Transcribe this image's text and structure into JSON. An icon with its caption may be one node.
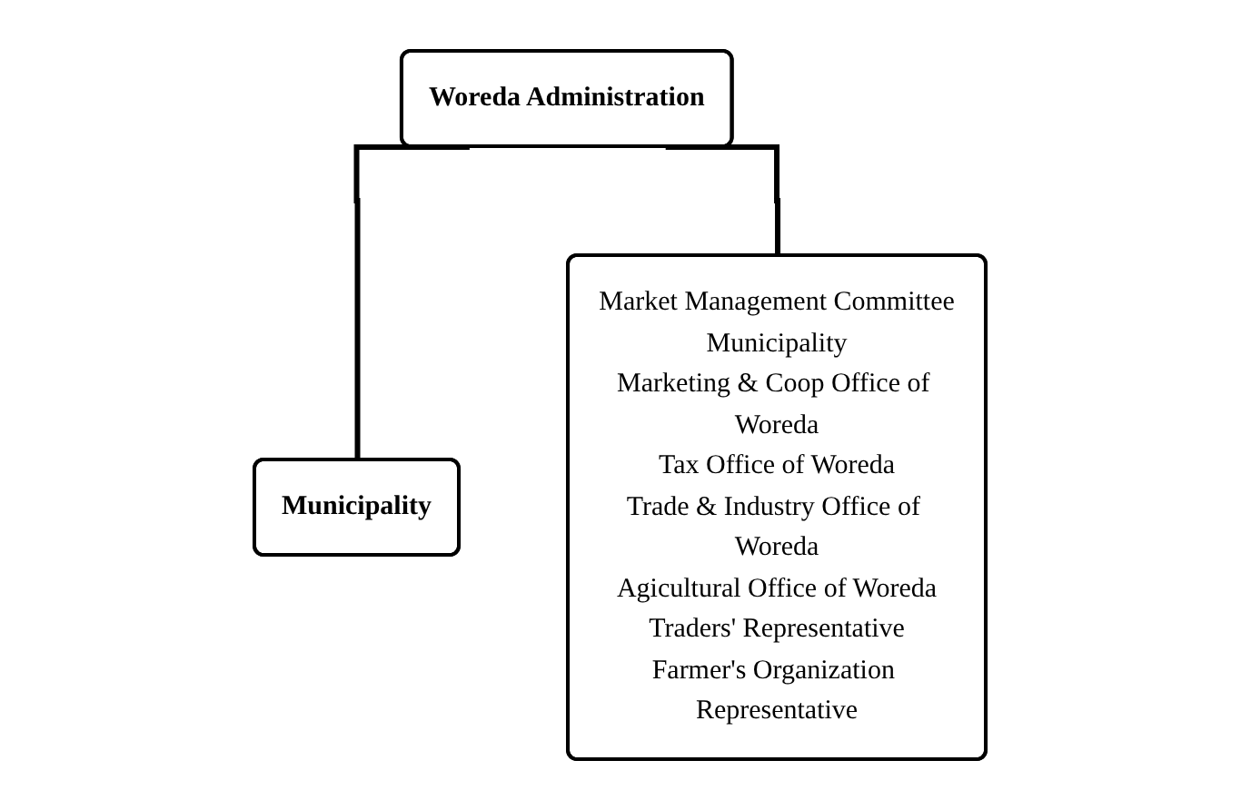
{
  "diagram": {
    "nodes": [
      {
        "text": [
          "Woreda Administration"
        ]
      },
      {
        "text": [
          "Municipality"
        ]
      },
      {
        "text": [
          "Market Management Committee",
          "Municipality",
          "Marketing & Coop Office of Woreda",
          "Tax Office of Woreda",
          "Trade & Industry Office of Woreda",
          "Agicultural Office of Woreda",
          "Traders' Representative",
          "Farmer's Organization Representative"
        ]
      }
    ],
    "edges": [
      {
        "from": 0,
        "to": 1,
        "arrow": "none"
      },
      {
        "from": 0,
        "to": 2,
        "arrow": "none"
      }
    ]
  }
}
